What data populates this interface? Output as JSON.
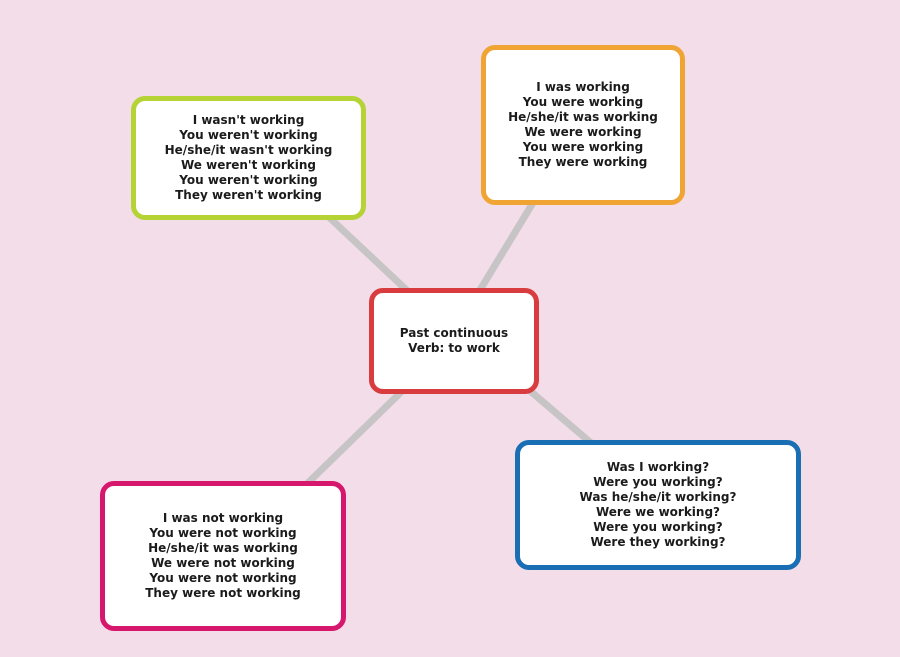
{
  "canvas": {
    "background": "#f2dde8",
    "connector_color": "#c7c4c5"
  },
  "center_node": {
    "border_color": "#d93c3e",
    "lines": [
      "Past continuous",
      "Verb: to work"
    ]
  },
  "nodes": {
    "negative_contracted": {
      "border_color": "#b5d335",
      "lines": [
        "I wasn't working",
        "You weren't working",
        "He/she/it wasn't working",
        "We weren't working",
        "You weren't working",
        "They weren't working"
      ]
    },
    "affirmative": {
      "border_color": "#f0a434",
      "lines": [
        "I was working",
        "You were working",
        "He/she/it was working",
        "We were working",
        "You were working",
        "They were working"
      ]
    },
    "negative_full": {
      "border_color": "#d7176e",
      "lines": [
        "I was not working",
        "You were not working",
        "He/she/it was working",
        "We were not working",
        "You were not working",
        "They were not working"
      ]
    },
    "interrogative": {
      "border_color": "#1a6fb4",
      "lines": [
        "Was I working?",
        "Were you working?",
        "Was he/she/it working?",
        "Were we working?",
        "Were you working?",
        "Were they working?"
      ]
    }
  }
}
